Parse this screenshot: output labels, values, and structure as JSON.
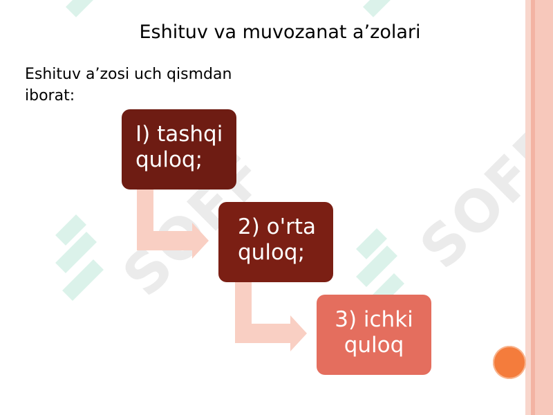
{
  "slide": {
    "title": "Eshituv va muvozanat a’zolari",
    "intro": "Eshituv a’zosi uch qismdan iborat:",
    "steps": [
      {
        "label": "I) tashqi quloq;"
      },
      {
        "label": "2) o'rta quloq;"
      },
      {
        "label": "3) ichki quloq"
      }
    ],
    "watermark": "SOFF"
  },
  "colors": {
    "step1": "#6e1c13",
    "step2": "#7b1f14",
    "step3": "#e46e5e",
    "connector": "#f9cfc3",
    "accent_dot": "#f47c3c",
    "border": "#f7c8bb"
  }
}
